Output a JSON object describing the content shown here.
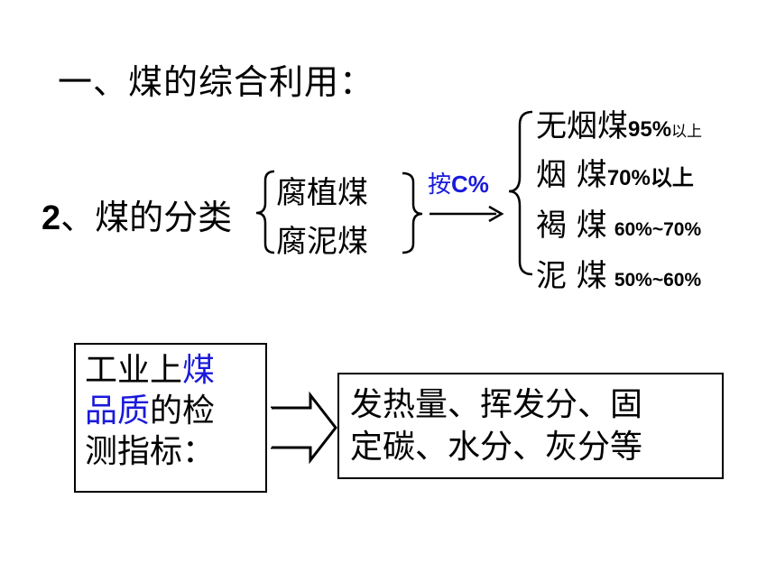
{
  "heading": "一、煤的综合利用：",
  "classification": {
    "number": "2",
    "label": "、煤的分类",
    "sources": [
      "腐植煤",
      "腐泥煤"
    ],
    "basis_prefix": "按",
    "basis_value": "C%",
    "types": [
      {
        "name": "无烟煤",
        "value": "95%",
        "suffix": "以上"
      },
      {
        "name": "烟 煤",
        "value": "70%",
        "suffix": "以上"
      },
      {
        "name": "褐 煤",
        "value": "60%~70%",
        "suffix": ""
      },
      {
        "name": "泥 煤",
        "value": "50%~60%",
        "suffix": ""
      }
    ]
  },
  "quality_box": {
    "text_1": "工业上",
    "highlight_1": "煤",
    "highlight_2": "品质",
    "text_2": "的检",
    "text_3": "测指标："
  },
  "indicators_box": {
    "line_1": "发热量、挥发分、固",
    "line_2": "定碳、水分、灰分等"
  },
  "colors": {
    "text": "#000000",
    "accent_blue": "#1a1adb",
    "background": "#ffffff"
  }
}
